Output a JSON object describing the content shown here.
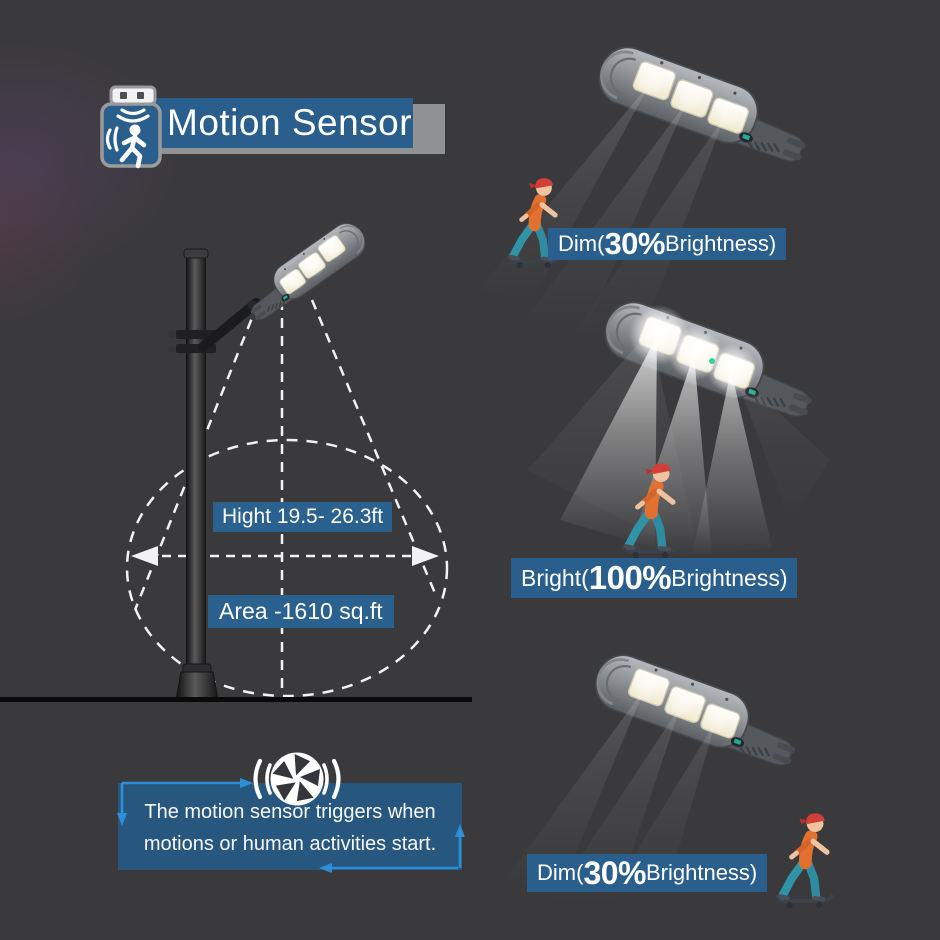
{
  "title": {
    "text": "Motion Sensor"
  },
  "diagram": {
    "height_label": "Hight 19.5- 26.3ft",
    "area_label": "Area -1610 sq.ft"
  },
  "states": [
    {
      "name": "dim-top",
      "prefix": "Dim(",
      "percent": "30%",
      "suffix": "Brightness)"
    },
    {
      "name": "bright-mid",
      "prefix": "Bright(",
      "percent": "100%",
      "suffix": "Brightness)"
    },
    {
      "name": "dim-bottom",
      "prefix": "Dim(",
      "percent": "30%",
      "suffix": "Brightness)"
    }
  ],
  "footnote": {
    "line1": "The motion sensor triggers when",
    "line2": "motions or human activities start."
  },
  "icons": {
    "header": "motion-sensor-walking-icon",
    "footnote": "aperture-motion-icon"
  },
  "colors": {
    "background": "#3a3a3c",
    "banner_blue": "#2a5f8d",
    "label_blue": "#2a618f",
    "footnote_blue": "#27577e",
    "cycle_arrow_blue": "#2e8fd9",
    "beam_white": "#ffffff",
    "skater_shirt": "#e2702f",
    "skater_pants": "#3094a8",
    "skater_cap": "#d23f38",
    "lamp_body_gray": "#8a8d91"
  }
}
